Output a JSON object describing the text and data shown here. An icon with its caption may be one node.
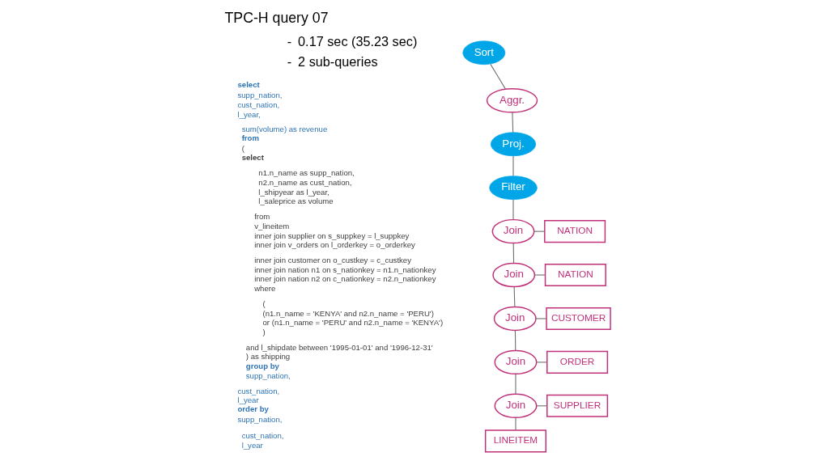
{
  "diagram": {
    "title": "TPC-H query 07",
    "nodes": [
      {
        "text": [
          "Sort"
        ]
      },
      {
        "text": [
          "Aggr."
        ]
      },
      {
        "text": [
          "Proj."
        ]
      },
      {
        "text": [
          "Filter"
        ]
      },
      {
        "text": [
          "Join"
        ]
      },
      {
        "text": [
          "NATION"
        ]
      },
      {
        "text": [
          "Join"
        ]
      },
      {
        "text": [
          "NATION"
        ]
      },
      {
        "text": [
          "Join"
        ]
      },
      {
        "text": [
          "CUSTOMER"
        ]
      },
      {
        "text": [
          "Join"
        ]
      },
      {
        "text": [
          "ORDER"
        ]
      },
      {
        "text": [
          "Join"
        ]
      },
      {
        "text": [
          "SUPPLIER"
        ]
      },
      {
        "text": [
          "LINEITEM"
        ]
      }
    ],
    "edges": [
      {
        "from": 0,
        "to": 1,
        "arrow": "none"
      },
      {
        "from": 1,
        "to": 2,
        "arrow": "none"
      },
      {
        "from": 2,
        "to": 3,
        "arrow": "none"
      },
      {
        "from": 3,
        "to": 4,
        "arrow": "none"
      },
      {
        "from": 4,
        "to": 5,
        "arrow": "none"
      },
      {
        "from": 4,
        "to": 6,
        "arrow": "none"
      },
      {
        "from": 6,
        "to": 7,
        "arrow": "none"
      },
      {
        "from": 6,
        "to": 8,
        "arrow": "none"
      },
      {
        "from": 8,
        "to": 9,
        "arrow": "none"
      },
      {
        "from": 8,
        "to": 10,
        "arrow": "none"
      },
      {
        "from": 10,
        "to": 11,
        "arrow": "none"
      },
      {
        "from": 10,
        "to": 12,
        "arrow": "none"
      },
      {
        "from": 12,
        "to": 13,
        "arrow": "none"
      },
      {
        "from": 12,
        "to": 14,
        "arrow": "none"
      }
    ],
    "labels": [
      "-",
      "0.17 sec (35.23 sec)",
      "-",
      "2 sub-queries",
      "select",
      "supp_nation,",
      "cust_nation,",
      "l_year,",
      "sum(volume) as revenue",
      "from",
      "(",
      "select",
      "n1.n_name as supp_nation,",
      "n2.n_name as cust_nation,",
      "l_shipyear as l_year,",
      "l_saleprice as volume",
      "from",
      "v_lineitem",
      "inner join supplier on s_suppkey = l_suppkey",
      "inner join v_orders on l_orderkey = o_orderkey",
      "inner join customer on o_custkey = c_custkey",
      "inner join nation n1 on s_nationkey = n1.n_nationkey",
      "inner join nation n2 on c_nationkey = n2.n_nationkey",
      "where",
      "(",
      "(n1.n_name = 'KENYA' and n2.n_name = 'PERU')",
      "or (n1.n_name = 'PERU' and n2.n_name = 'KENYA')",
      ")",
      "and l_shipdate between '1995-01-01' and '1996-12-31'",
      ") as shipping",
      "group by",
      "supp_nation,",
      "cust_nation,",
      "l_year",
      "order by",
      "supp_nation,",
      "cust_nation,",
      "l_year"
    ]
  }
}
